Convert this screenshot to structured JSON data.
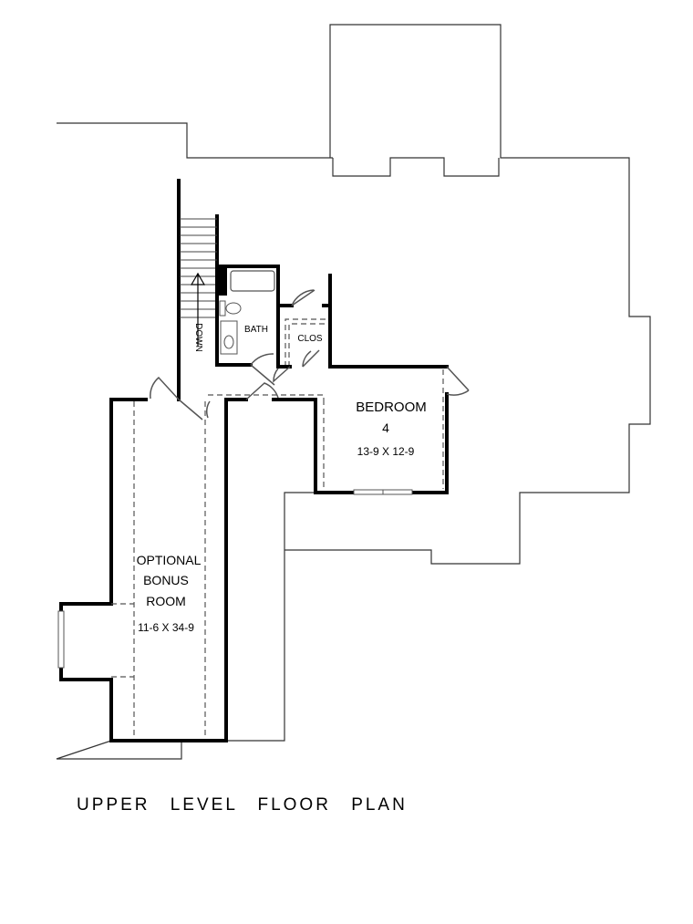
{
  "plan_title": "UPPER LEVEL FLOOR PLAN",
  "rooms": {
    "bedroom": {
      "name": "BEDROOM",
      "number": "4",
      "size": "13-9 X 12-9"
    },
    "bonus": {
      "line1": "OPTIONAL",
      "line2": "BONUS",
      "line3": "ROOM",
      "size": "11-6 X 34-9"
    },
    "bath": {
      "name": "BATH"
    },
    "closet": {
      "name": "CLOS"
    }
  },
  "stairs": {
    "label": "DOWN"
  }
}
